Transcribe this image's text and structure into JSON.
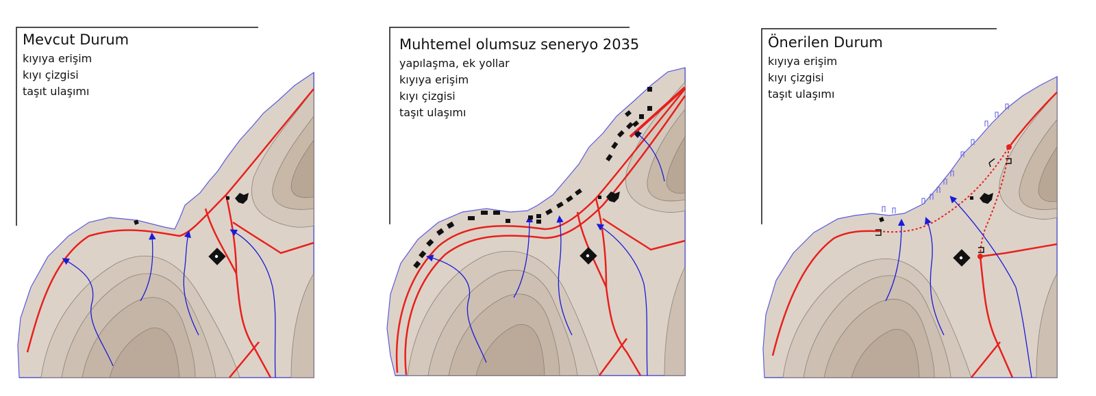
{
  "panels": [
    {
      "title": "Mevcut Durum",
      "items": [
        "kıyıya erişim",
        "kıyı çizgisi",
        "taşıt ulaşımı"
      ]
    },
    {
      "title": "Muhtemel olumsuz seneryo 2035",
      "items": [
        "yapılaşma, ek yollar",
        "kıyıya erişim",
        "kıyı çizgisi",
        "taşıt ulaşımı"
      ]
    },
    {
      "title": "Önerilen Durum",
      "items": [
        "kıyıya erişim",
        "kıyı çizgisi",
        "taşıt ulaşımı"
      ]
    }
  ],
  "colors": {
    "land": "#dcd2c8",
    "contour_fill": "#c9b9a9",
    "contour_line": "#8a8078",
    "coast": "#5a5ae0",
    "road": "#e8201c",
    "stream": "#1a1ad8",
    "building": "#111111"
  }
}
